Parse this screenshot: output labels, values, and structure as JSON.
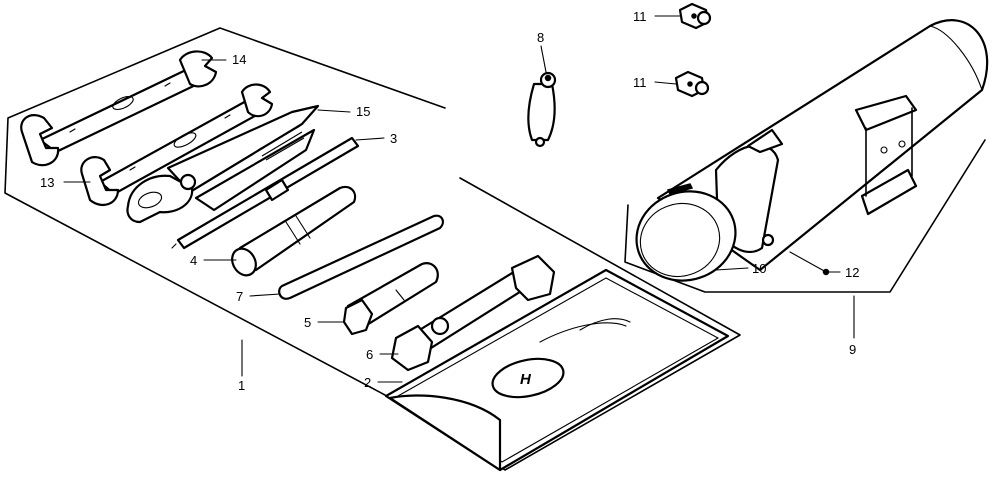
{
  "callouts": {
    "c1": "1",
    "c2": "2",
    "c3": "3",
    "c4": "4",
    "c5": "5",
    "c6": "6",
    "c7": "7",
    "c8": "8",
    "c9": "9",
    "c10": "10",
    "c11a": "11",
    "c11b": "11",
    "c12": "12",
    "c13": "13",
    "c14": "14",
    "c15": "15"
  },
  "pouch_logo": "H"
}
